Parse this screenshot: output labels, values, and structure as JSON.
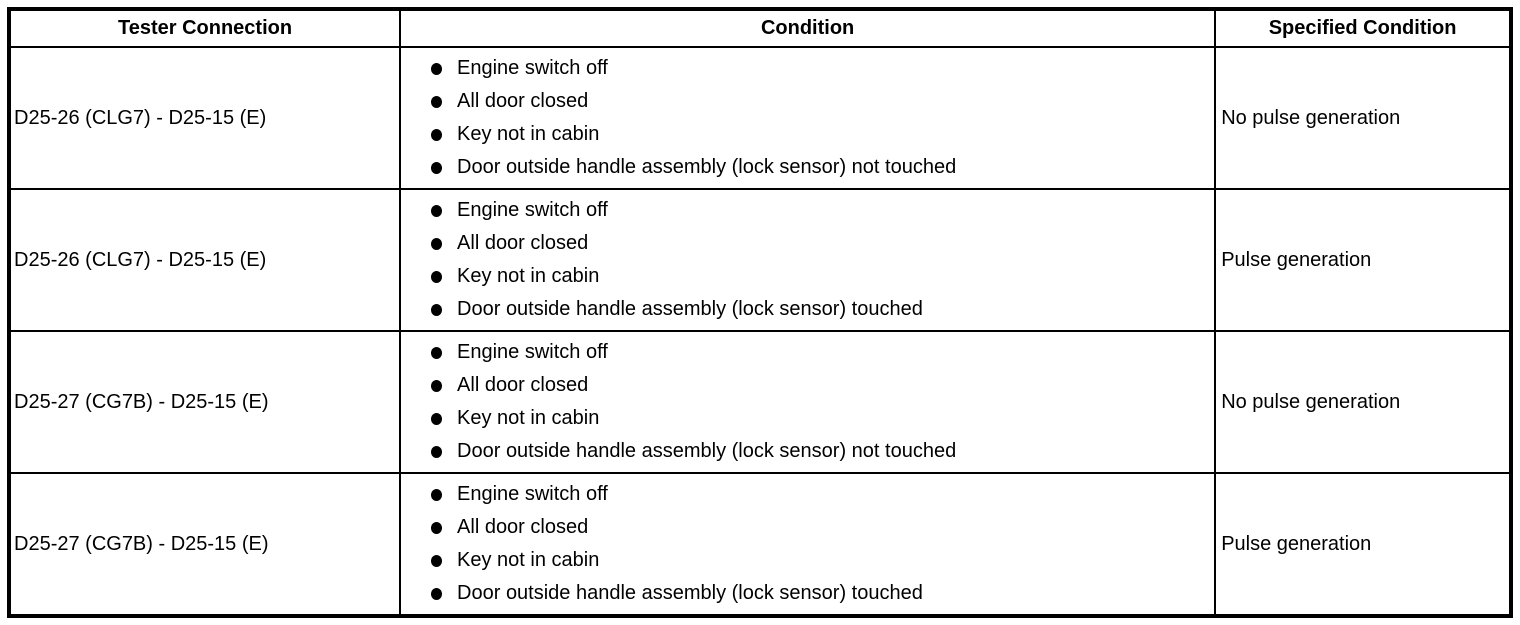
{
  "colors": {
    "border": "#000000",
    "text": "#000000",
    "background": "#ffffff"
  },
  "table": {
    "headers": {
      "tester_connection": "Tester Connection",
      "condition": "Condition",
      "specified_condition": "Specified Condition"
    },
    "rows": [
      {
        "tester_connection": "D25-26 (CLG7) - D25-15 (E)",
        "conditions": [
          "Engine switch off",
          "All door closed",
          "Key not in cabin",
          "Door outside handle assembly (lock sensor) not touched"
        ],
        "specified_condition": "No pulse generation"
      },
      {
        "tester_connection": "D25-26 (CLG7) - D25-15 (E)",
        "conditions": [
          "Engine switch off",
          "All door closed",
          "Key not in cabin",
          "Door outside handle assembly (lock sensor) touched"
        ],
        "specified_condition": "Pulse generation"
      },
      {
        "tester_connection": "D25-27 (CG7B) - D25-15 (E)",
        "conditions": [
          "Engine switch off",
          "All door closed",
          "Key not in cabin",
          "Door outside handle assembly (lock sensor) not touched"
        ],
        "specified_condition": "No pulse generation"
      },
      {
        "tester_connection": "D25-27 (CG7B) - D25-15 (E)",
        "conditions": [
          "Engine switch off",
          "All door closed",
          "Key not in cabin",
          "Door outside handle assembly (lock sensor) touched"
        ],
        "specified_condition": "Pulse generation"
      }
    ]
  }
}
